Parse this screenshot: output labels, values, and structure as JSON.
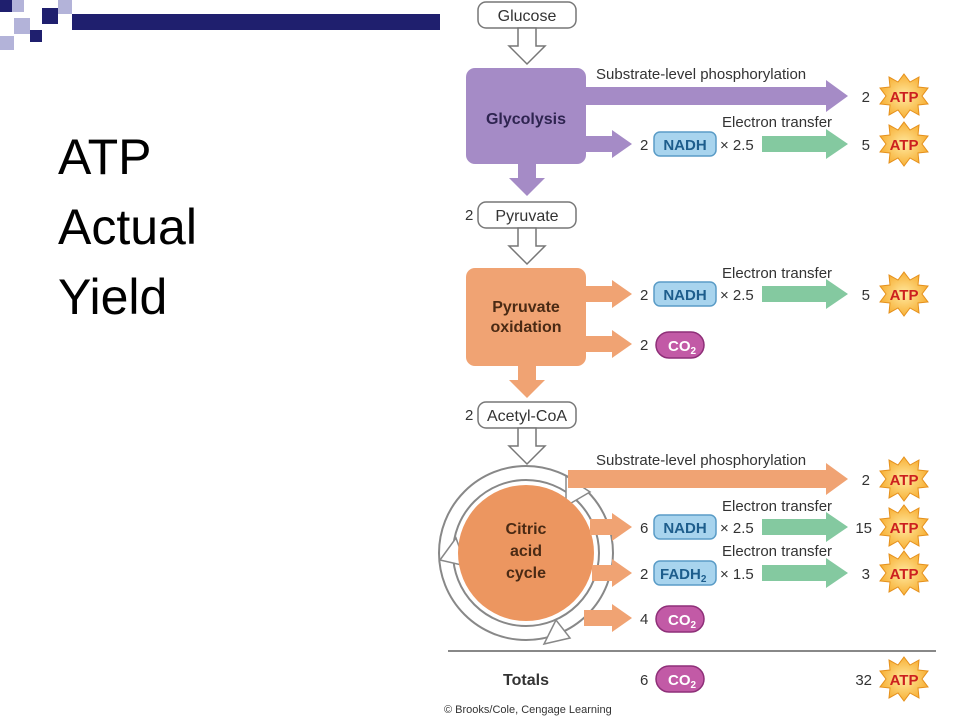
{
  "slide": {
    "title_lines": [
      "ATP",
      "Actual",
      "Yield"
    ]
  },
  "diagram": {
    "colors": {
      "glycolysis": "#a58bc6",
      "pyruvate_oxidation": "#f0a373",
      "citric_acid": "#f0a373",
      "citric_acid_circle": "#ec9660",
      "electron_transfer_arrow": "#84c9a0",
      "nadh_pill": "#a8d4ee",
      "co2_pill": "#c25aa6",
      "atp_burst": "#f8b733",
      "atp_text": "#cc1f1f",
      "deco_navy": "#1f1f6e",
      "deco_lavender": "#b3b3d9"
    },
    "nodes": {
      "glucose": "Glucose",
      "pyruvate": "Pyruvate",
      "pyruvate_count": "2",
      "acetyl_coa": "Acetyl-CoA",
      "acetyl_coa_count": "2"
    },
    "stages": {
      "glycolysis": "Glycolysis",
      "pyruvate_oxidation_line1": "Pyruvate",
      "pyruvate_oxidation_line2": "oxidation",
      "citric_line1": "Citric",
      "citric_line2": "acid",
      "citric_line3": "cycle"
    },
    "labels": {
      "substrate_level": "Substrate-level phosphorylation",
      "electron_transfer": "Electron transfer",
      "nadh": "NADH",
      "fadh2_base": "FADH",
      "fadh2_sub": "2",
      "co2_base": "CO",
      "co2_sub": "2",
      "atp": "ATP",
      "times_2_5": "× 2.5",
      "times_1_5": "× 1.5",
      "totals": "Totals"
    },
    "counts": {
      "gly_slp_atp": "2",
      "gly_nadh": "2",
      "gly_et_atp": "5",
      "pox_nadh": "2",
      "pox_et_atp": "5",
      "pox_co2": "2",
      "cac_slp_atp": "2",
      "cac_nadh": "6",
      "cac_nadh_atp": "15",
      "cac_fadh2": "2",
      "cac_fadh2_atp": "3",
      "cac_co2": "4",
      "total_co2": "6",
      "total_atp": "32"
    },
    "credit": "© Brooks/Cole, Cengage Learning"
  }
}
